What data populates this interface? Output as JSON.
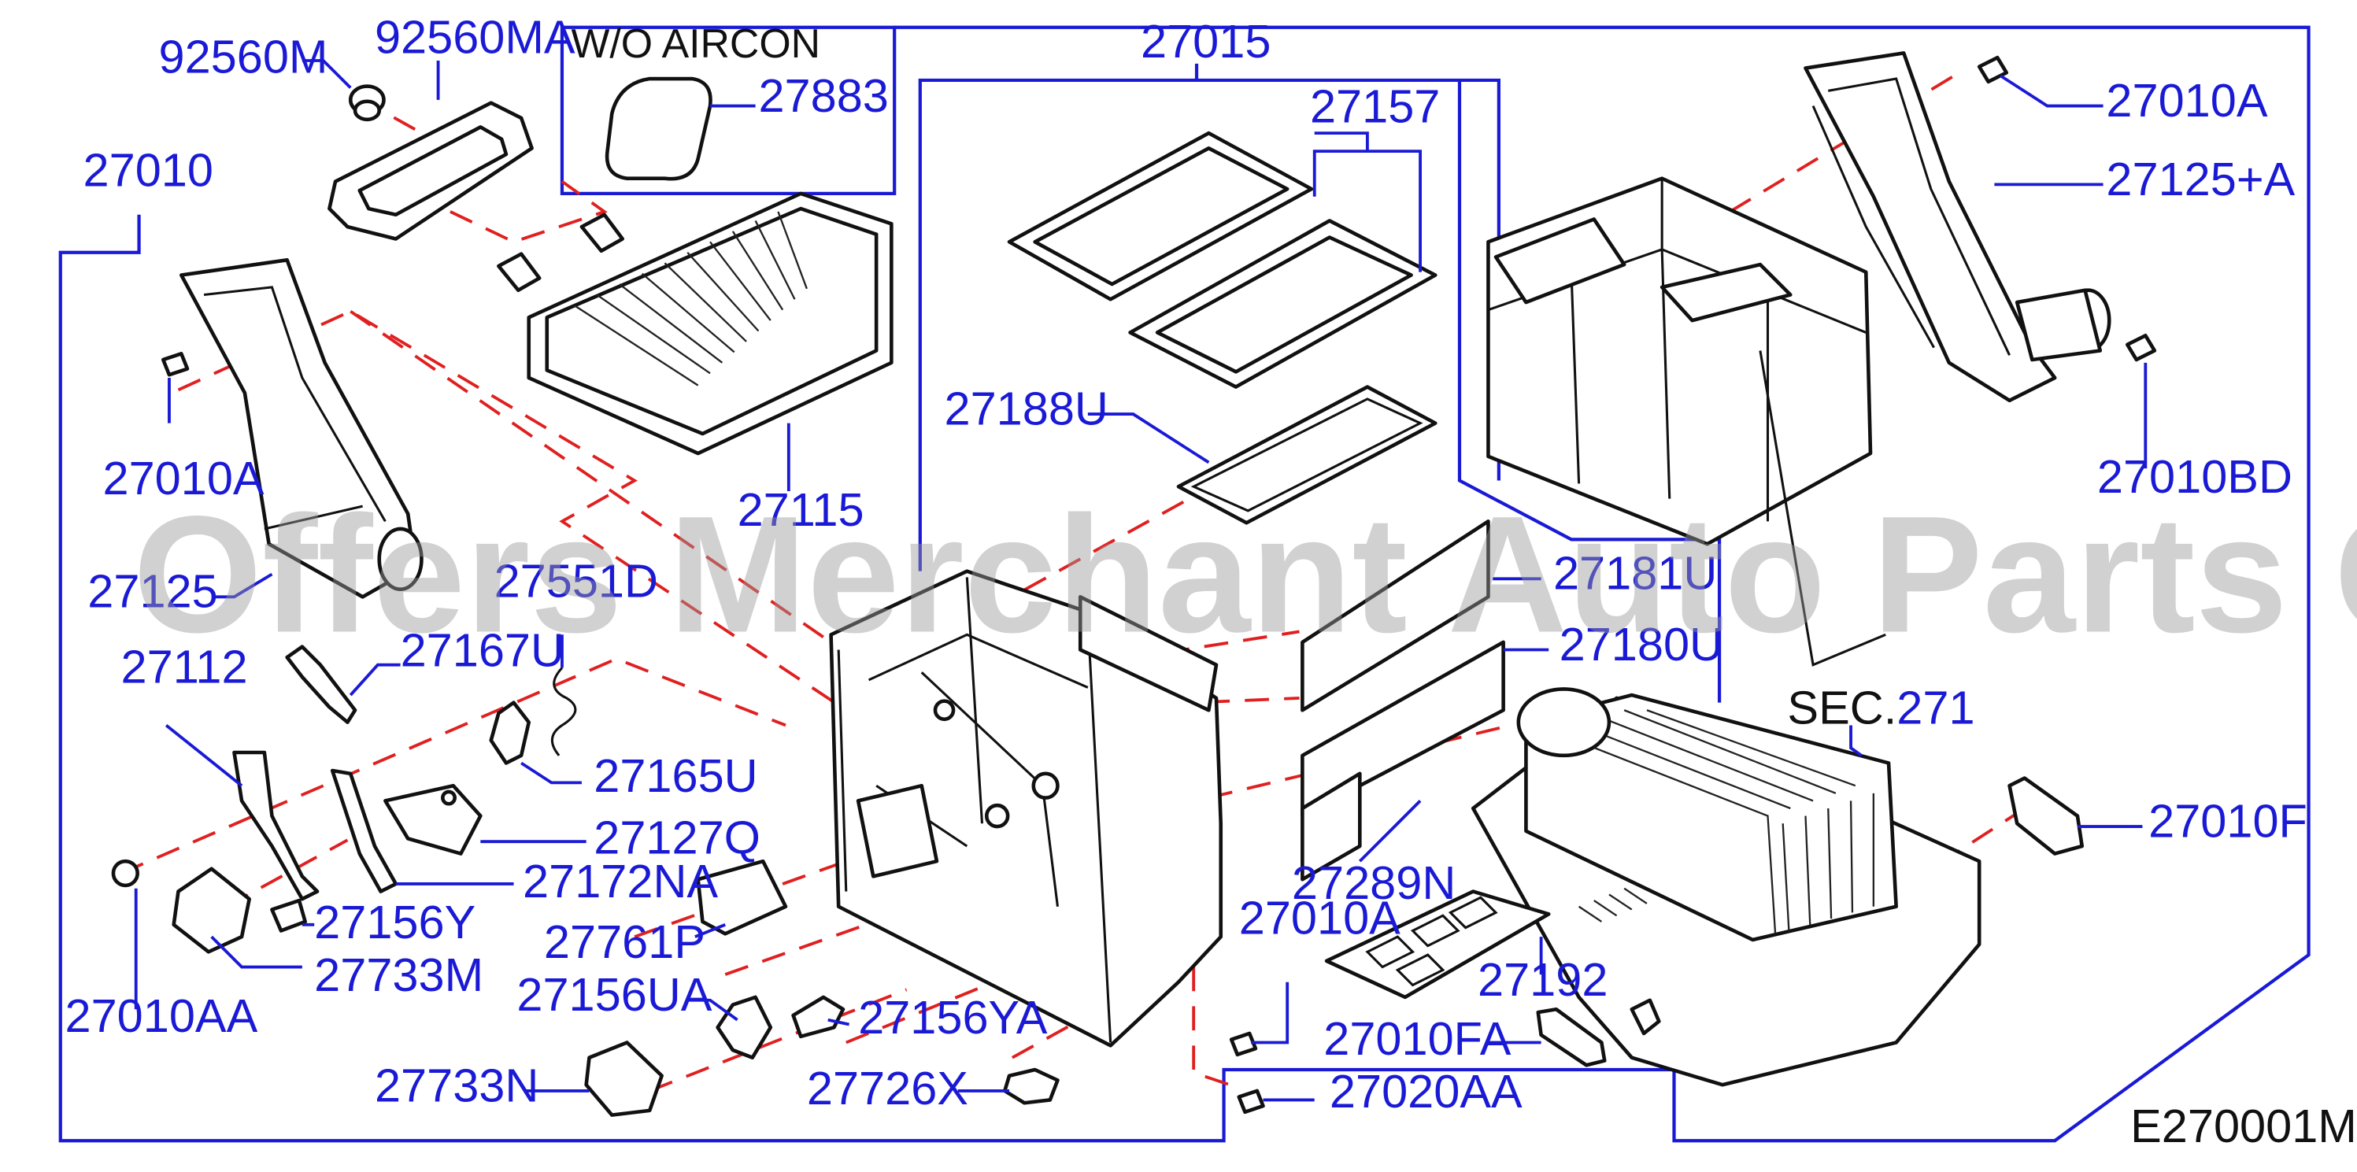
{
  "diagram": {
    "box_header": "W/O   AIRCON",
    "section_ref_prefix": "SEC.",
    "section_ref_number": "271",
    "diagram_code": "E270001M",
    "watermark": "Offers Merchant Auto Parts Catalog PARTSTORE.SA",
    "colors": {
      "label": "#1a1ad6",
      "leader": "#1a1ad6",
      "dashed_guide": "#e02020",
      "part_outline": "#111111"
    },
    "parts": [
      {
        "id": "p-92560m",
        "label": "92560M"
      },
      {
        "id": "p-92560ma",
        "label": "92560MA"
      },
      {
        "id": "p-27883",
        "label": "27883"
      },
      {
        "id": "p-27015",
        "label": "27015"
      },
      {
        "id": "p-27157",
        "label": "27157"
      },
      {
        "id": "p-27010a-top",
        "label": "27010A"
      },
      {
        "id": "p-27125a",
        "label": "27125+A"
      },
      {
        "id": "p-27010",
        "label": "27010"
      },
      {
        "id": "p-27010a-left",
        "label": "27010A"
      },
      {
        "id": "p-27115",
        "label": "27115"
      },
      {
        "id": "p-27188u",
        "label": "27188U"
      },
      {
        "id": "p-27010bd",
        "label": "27010BD"
      },
      {
        "id": "p-27125",
        "label": "27125"
      },
      {
        "id": "p-27551d",
        "label": "27551D"
      },
      {
        "id": "p-27181u",
        "label": "27181U"
      },
      {
        "id": "p-27167u",
        "label": "27167U"
      },
      {
        "id": "p-27112",
        "label": "27112"
      },
      {
        "id": "p-27180u",
        "label": "27180U"
      },
      {
        "id": "p-27165u",
        "label": "27165U"
      },
      {
        "id": "p-27010f",
        "label": "27010F"
      },
      {
        "id": "p-27127q",
        "label": "27127Q"
      },
      {
        "id": "p-27172na",
        "label": "27172NA"
      },
      {
        "id": "p-27289n",
        "label": "27289N"
      },
      {
        "id": "p-27156y",
        "label": "27156Y"
      },
      {
        "id": "p-27010a-mid",
        "label": "27010A"
      },
      {
        "id": "p-27761p",
        "label": "27761P"
      },
      {
        "id": "p-27733m",
        "label": "27733M"
      },
      {
        "id": "p-27192",
        "label": "27192"
      },
      {
        "id": "p-27156ua",
        "label": "27156UA"
      },
      {
        "id": "p-27010aa",
        "label": "27010AA"
      },
      {
        "id": "p-27156ya",
        "label": "27156YA"
      },
      {
        "id": "p-27010fa",
        "label": "27010FA"
      },
      {
        "id": "p-27733n",
        "label": "27733N"
      },
      {
        "id": "p-27726x",
        "label": "27726X"
      },
      {
        "id": "p-27020aa",
        "label": "27020AA"
      }
    ]
  }
}
